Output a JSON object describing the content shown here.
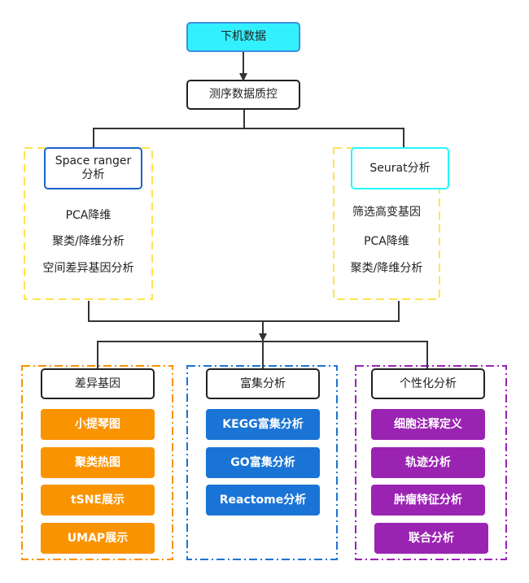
{
  "top": {
    "raw_data": "下机数据",
    "qc": "测序数据质控"
  },
  "branches": {
    "space_ranger": {
      "title": "Space ranger\n分析",
      "title_line1": "Space ranger",
      "title_line2": "分析",
      "items": [
        "PCA降维",
        "聚类/降维分析",
        "空间差异基因分析"
      ],
      "border_color": "#ffe44d"
    },
    "seurat": {
      "title": "Seurat分析",
      "items": [
        "筛选高变基因",
        "PCA降维",
        "聚类/降维分析"
      ],
      "border_color": "#ffe44d"
    }
  },
  "groups": [
    {
      "title": "差异基因",
      "color": "#fa9300",
      "items": [
        "小提琴图",
        "聚类热图",
        "tSNE展示",
        "UMAP展示"
      ]
    },
    {
      "title": "富集分析",
      "color": "#1a74d6",
      "items": [
        "KEGG富集分析",
        "GO富集分析",
        "Reactome分析"
      ]
    },
    {
      "title": "个性化分析",
      "color": "#9a23b2",
      "items": [
        "细胞注释定义",
        "轨迹分析",
        "肿瘤特征分析",
        "联合分析"
      ]
    }
  ]
}
